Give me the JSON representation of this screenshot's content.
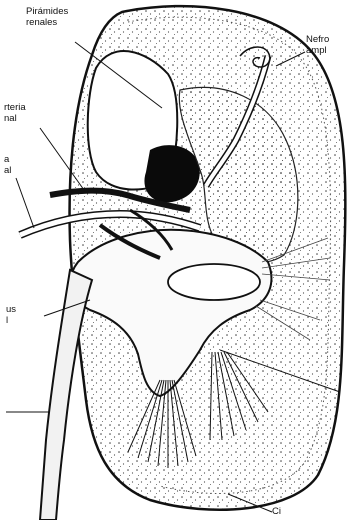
{
  "figure": {
    "labels": {
      "piramides": [
        "Pirámides",
        "renales"
      ],
      "nefro": [
        "Nefro",
        "ampl"
      ],
      "arteria": [
        "rteria",
        "nal"
      ],
      "vena": [
        "a",
        "al"
      ],
      "pelvis": [
        "us",
        "l"
      ],
      "ureter": [],
      "bottom": [
        "Ci"
      ]
    }
  }
}
